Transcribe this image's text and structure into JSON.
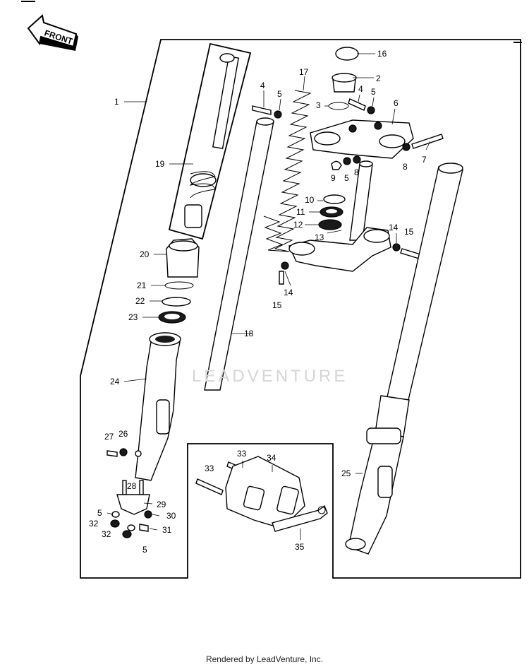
{
  "front_label": "FRONT",
  "watermark": "LEADVENTURE",
  "footer": "Rendered by LeadVenture, Inc.",
  "callouts": [
    "1",
    "2",
    "3",
    "4",
    "5",
    "6",
    "7",
    "8",
    "9",
    "10",
    "11",
    "12",
    "13",
    "14",
    "15",
    "16",
    "17",
    "18",
    "19",
    "20",
    "21",
    "22",
    "23",
    "24",
    "25",
    "26",
    "27",
    "28",
    "29",
    "30",
    "31",
    "32",
    "33",
    "34",
    "35"
  ]
}
